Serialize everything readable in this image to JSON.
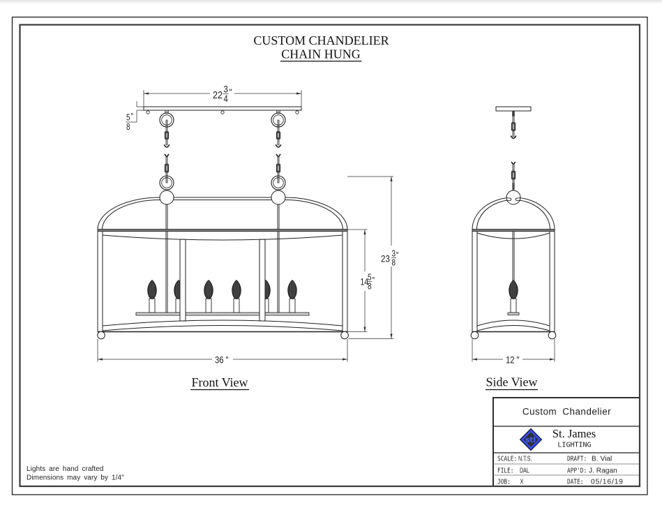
{
  "sheet": {
    "title": "CUSTOM CHANDELIER",
    "subtitle": "CHAIN HUNG"
  },
  "front_view": {
    "label": "Front View",
    "dimensions": {
      "canopy_width": {
        "whole": "22",
        "numerator": "3",
        "denominator": "4",
        "unit": "\""
      },
      "canopy_height": {
        "numerator": "5",
        "denominator": "8",
        "unit": "\""
      },
      "body_height": {
        "whole": "14",
        "numerator": "5",
        "denominator": "8",
        "unit": "\""
      },
      "overall_height": {
        "whole": "23",
        "numerator": "3",
        "denominator": "8",
        "unit": "\""
      },
      "width": {
        "value": "36",
        "unit": "\""
      }
    }
  },
  "side_view": {
    "label": "Side View",
    "dimensions": {
      "depth": {
        "value": "12",
        "unit": "\""
      }
    }
  },
  "notes": [
    "Lights are hand crafted",
    "Dimensions may vary by 1/4\""
  ],
  "title_block": {
    "project_name": "Custom Chandelier",
    "company": {
      "name": "St. James",
      "tagline": "LIGHTING",
      "logo": {
        "icon": "stl-diamond-logo",
        "text": "stl",
        "colors": {
          "primary": "#2b45e6",
          "accent": "#4a63ff",
          "dark": "#2f2f3a",
          "outline": "#101010"
        }
      }
    },
    "fields": {
      "scale": {
        "label": "SCALE:",
        "value": "N.T.S."
      },
      "draft": {
        "label": "DRAFT:",
        "value": "B. Vial"
      },
      "file": {
        "label": "FILE:",
        "value": "DAL"
      },
      "approved": {
        "label": "APP'D:",
        "value": "J. Ragan"
      },
      "job": {
        "label": "JOB:",
        "value": "X"
      },
      "date": {
        "label": "DATE:",
        "value": "05/16/19"
      }
    }
  }
}
